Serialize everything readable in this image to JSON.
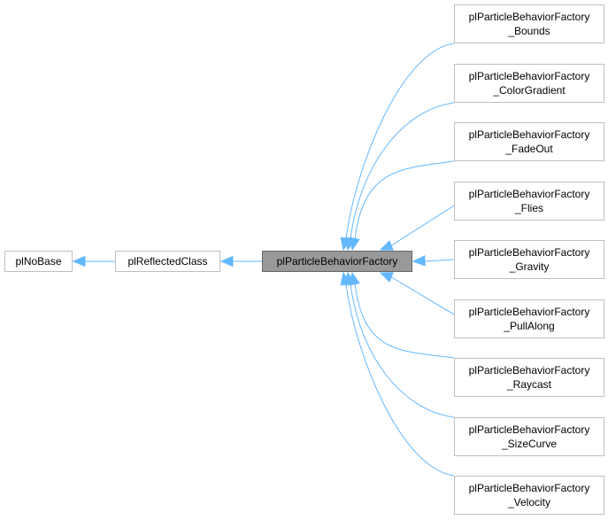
{
  "diagram": {
    "type": "inheritance-graph",
    "edge_color": "#63b8ff",
    "nodes": {
      "base": {
        "label": "plNoBase"
      },
      "reflected": {
        "label": "plReflectedClass"
      },
      "focus": {
        "label": "plParticleBehaviorFactory",
        "fill": "#999999"
      },
      "children": [
        {
          "line1": "plParticleBehaviorFactory",
          "line2": "_Bounds"
        },
        {
          "line1": "plParticleBehaviorFactory",
          "line2": "_ColorGradient"
        },
        {
          "line1": "plParticleBehaviorFactory",
          "line2": "_FadeOut"
        },
        {
          "line1": "plParticleBehaviorFactory",
          "line2": "_Flies"
        },
        {
          "line1": "plParticleBehaviorFactory",
          "line2": "_Gravity"
        },
        {
          "line1": "plParticleBehaviorFactory",
          "line2": "_PullAlong"
        },
        {
          "line1": "plParticleBehaviorFactory",
          "line2": "_Raycast"
        },
        {
          "line1": "plParticleBehaviorFactory",
          "line2": "_SizeCurve"
        },
        {
          "line1": "plParticleBehaviorFactory",
          "line2": "_Velocity"
        }
      ]
    },
    "edges": [
      {
        "from": "reflected",
        "to": "base"
      },
      {
        "from": "focus",
        "to": "reflected"
      },
      {
        "from": "children.0",
        "to": "focus"
      },
      {
        "from": "children.1",
        "to": "focus"
      },
      {
        "from": "children.2",
        "to": "focus"
      },
      {
        "from": "children.3",
        "to": "focus"
      },
      {
        "from": "children.4",
        "to": "focus"
      },
      {
        "from": "children.5",
        "to": "focus"
      },
      {
        "from": "children.6",
        "to": "focus"
      },
      {
        "from": "children.7",
        "to": "focus"
      },
      {
        "from": "children.8",
        "to": "focus"
      }
    ]
  }
}
